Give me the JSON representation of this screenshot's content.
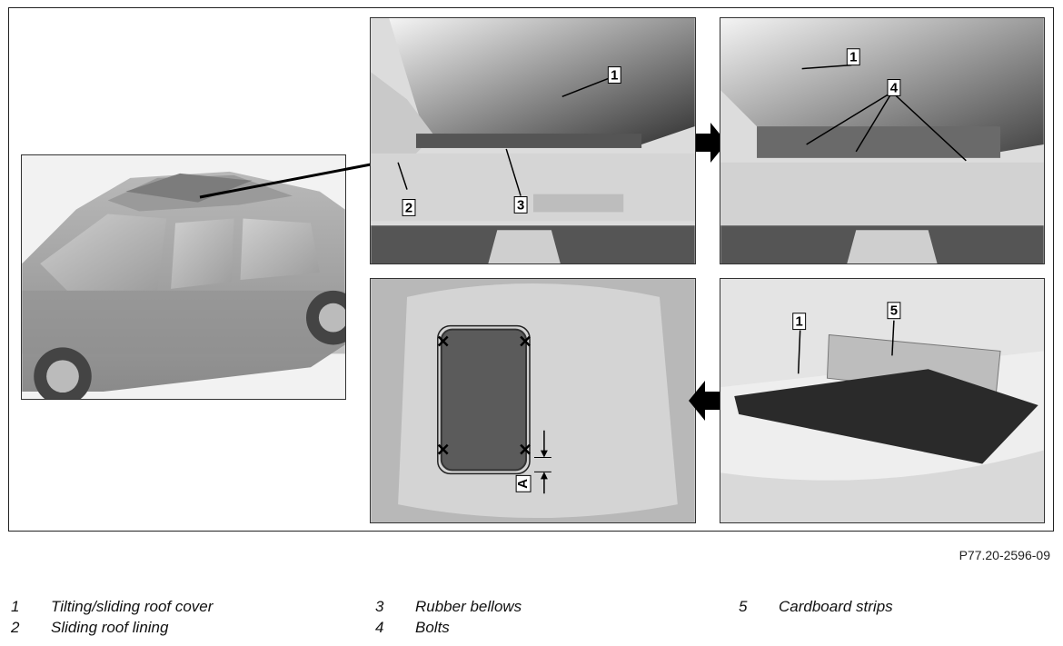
{
  "figure_code": "P77.20-2596-09",
  "callouts": {
    "c1": "1",
    "c2": "2",
    "c3": "3",
    "c4": "4",
    "c5": "5",
    "dimA": "A"
  },
  "legend": {
    "col1": [
      {
        "num": "1",
        "text": "Tilting/sliding roof cover"
      },
      {
        "num": "2",
        "text": "Sliding roof lining"
      }
    ],
    "col2": [
      {
        "num": "3",
        "text": "Rubber bellows"
      },
      {
        "num": "4",
        "text": "Bolts"
      }
    ],
    "col3": [
      {
        "num": "5",
        "text": "Cardboard strips"
      }
    ]
  }
}
